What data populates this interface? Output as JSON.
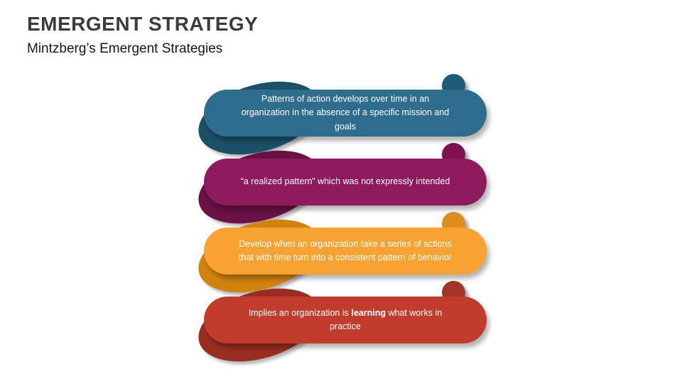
{
  "slide": {
    "title": "EMERGENT STRATEGY",
    "subtitle": "Mintzberg’s Emergent Strategies"
  },
  "items": [
    {
      "name": "strategy-item-pattern-over-time",
      "color_main": "#2E6D8E",
      "color_dark": "#1C5068",
      "dot_color": "#1E5B76",
      "text_parts": [
        {
          "text": "Patterns of action develops over time in an organization in the absence of a specific mission and goals",
          "bold": false
        }
      ]
    },
    {
      "name": "strategy-item-realized-pattern",
      "color_main": "#8F1A5D",
      "color_dark": "#6A1145",
      "dot_color": "#7C124E",
      "text_parts": [
        {
          "text": "“a realized pattern” which was not expressly intended",
          "bold": false
        }
      ]
    },
    {
      "name": "strategy-item-consistent-behavior",
      "color_main": "#F7A233",
      "color_dark": "#D18310",
      "dot_color": "#DB8E1E",
      "text_parts": [
        {
          "text": "Develop when an organization take a series of actions that with time turn into a consistent pattern of behavior",
          "bold": false
        }
      ]
    },
    {
      "name": "strategy-item-learning",
      "color_main": "#C23C2D",
      "color_dark": "#992D22",
      "dot_color": "#A4352A",
      "text_parts": [
        {
          "text": "Implies an organization is ",
          "bold": false
        },
        {
          "text": "learning",
          "bold": true
        },
        {
          "text": " what works in practice",
          "bold": false
        }
      ]
    }
  ]
}
